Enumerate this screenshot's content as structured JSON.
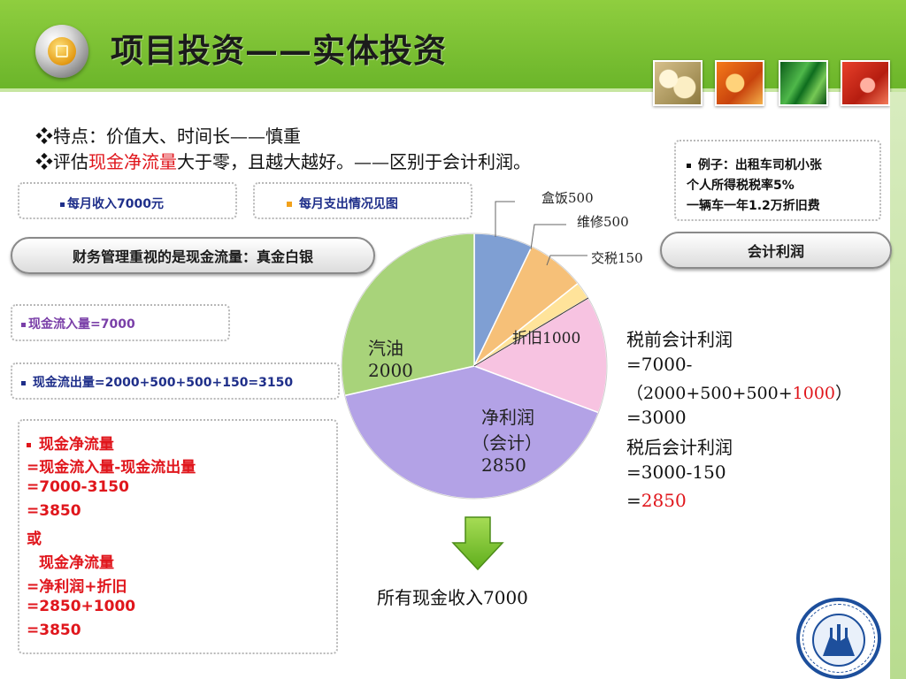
{
  "header": {
    "title": "项目投资——实体投资",
    "thumbnails": [
      "thumb-beans",
      "thumb-orange",
      "thumb-greens",
      "thumb-tomato"
    ]
  },
  "bullets": {
    "line1": "❖特点：价值大、时间长——慎重",
    "line2_pre": "❖评估",
    "line2_red": "现金净流量",
    "line2_post": "大于零，且越大越好。——区别于会计利润。"
  },
  "boxes": {
    "income": "每月收入7000元",
    "expense": "每月支出情况见图",
    "example_1": "例子：出租车司机小张",
    "example_2": "个人所得税税率5%",
    "example_3": "一辆车一年1.2万折旧费",
    "inflow": "现金流入量=7000",
    "outflow": "现金流出量=2000+500+500+150=3150"
  },
  "pills": {
    "left": "财务管理重视的是现金流量：真金白银",
    "right": "会计利润"
  },
  "net_cash": {
    "l1": "现金净流量",
    "l2": "=现金流入量-现金流出量",
    "l3": "=7000-3150",
    "l4": "=3850",
    "l5": "或",
    "l6": "现金净流量",
    "l7": "=净利润+折旧",
    "l8": "=2850+1000",
    "l9": "=3850"
  },
  "calc": {
    "l1": "税前会计利润",
    "l2": "=7000-",
    "l3_pre": "（2000+500+500+",
    "l3_red": "1000",
    "l3_post": "）",
    "l4": "=3000",
    "l5": "税后会计利润",
    "l6": "=3000-150",
    "l7_pre": "=",
    "l7_red": "2850"
  },
  "chart_data": {
    "type": "pie",
    "total": 7000,
    "slices": [
      {
        "label": "盒饭500",
        "value": 500,
        "color": "#7f9fd3"
      },
      {
        "label": "维修500",
        "value": 500,
        "color": "#f6c078"
      },
      {
        "label": "交税150",
        "value": 150,
        "color": "#ffe39a"
      },
      {
        "label": "折旧1000",
        "value": 1000,
        "color": "#f7c3e1"
      },
      {
        "label_1": "净利润",
        "label_2": "（会计）",
        "label_3": "2850",
        "value": 2850,
        "color": "#b3a2e6"
      },
      {
        "label_1": "汽油",
        "label_2": "2000",
        "value": 2000,
        "color": "#a8d37a"
      }
    ]
  },
  "footer": {
    "all_income": "所有现金收入7000",
    "seal_name": "seal-logo"
  }
}
